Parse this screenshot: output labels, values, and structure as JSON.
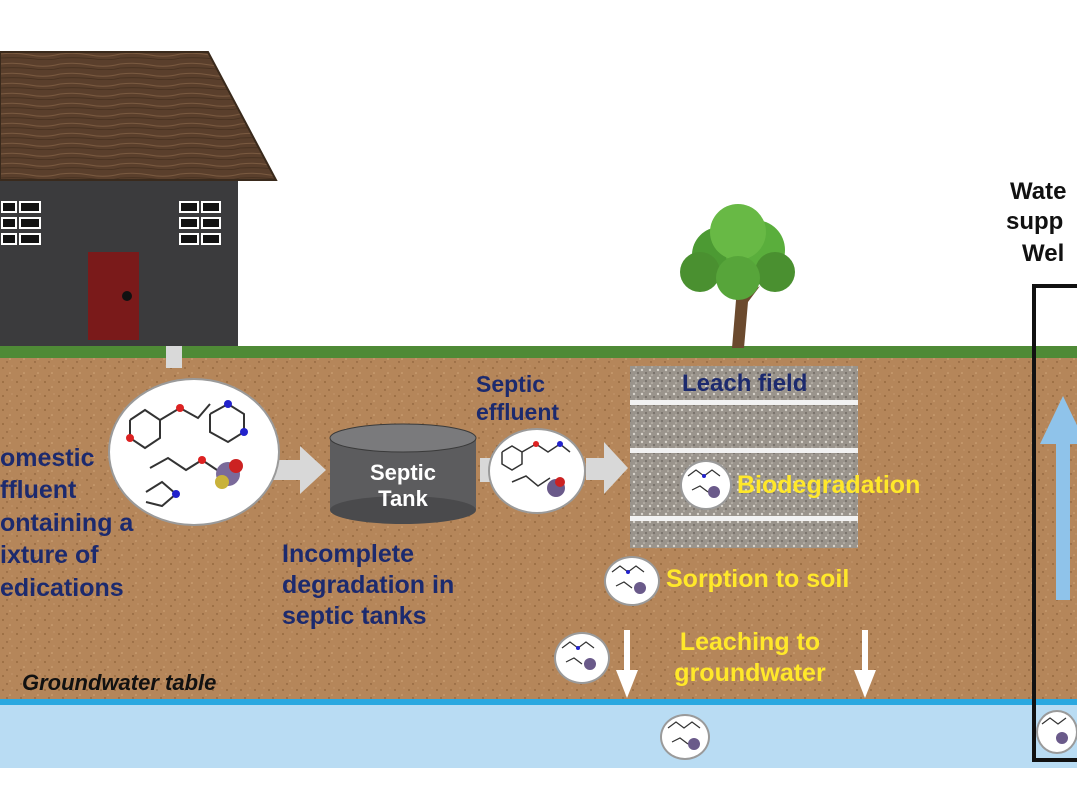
{
  "labels": {
    "domestic_effluent": [
      "omestic",
      "ffluent",
      "ontaining a",
      "ixture of",
      "edications"
    ],
    "septic_tank": [
      "Septic",
      "Tank"
    ],
    "septic_effluent": [
      "Septic",
      "effluent"
    ],
    "incomplete_degradation": [
      "Incomplete",
      "degradation in",
      "septic tanks"
    ],
    "leach_field": "Leach field",
    "biodegradation": "Biodegradation",
    "sorption": "Sorption to soil",
    "leaching": [
      "Leaching to",
      "groundwater"
    ],
    "groundwater_table": "Groundwater table",
    "water_supply_well": [
      "Wate",
      "supp",
      "Wel"
    ]
  },
  "colors": {
    "soil": "#b5865a",
    "grass": "#4f8a36",
    "groundwater": "#b9dcf3",
    "water_table_line": "#2aa8e0",
    "house_wall": "#3b3b3d",
    "roof": "#5a3f2c",
    "door": "#7a1a1a",
    "navy_text": "#1c2a6e",
    "yellow_text": "#ffe82a",
    "well_arrow": "#8fc3ea"
  },
  "icons": [
    "house-icon",
    "tree-icon",
    "septic-tank-icon",
    "molecule-bubble-icon",
    "arrow-icon",
    "well-icon"
  ]
}
